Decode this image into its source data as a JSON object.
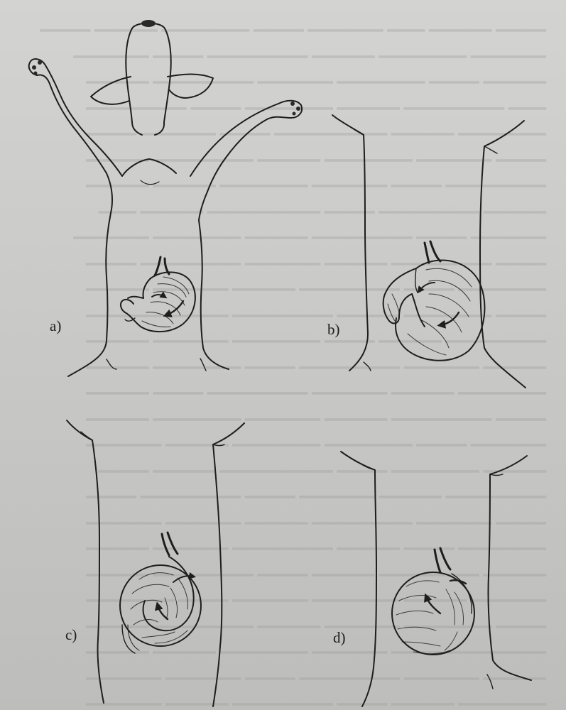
{
  "panels": [
    {
      "label": "a)"
    },
    {
      "label": "b)"
    },
    {
      "label": "c)"
    },
    {
      "label": "d)"
    }
  ],
  "colors": {
    "paper": "#c9c9c7",
    "ink": "#1e1e1e",
    "show_through": "#9c9c9a"
  }
}
